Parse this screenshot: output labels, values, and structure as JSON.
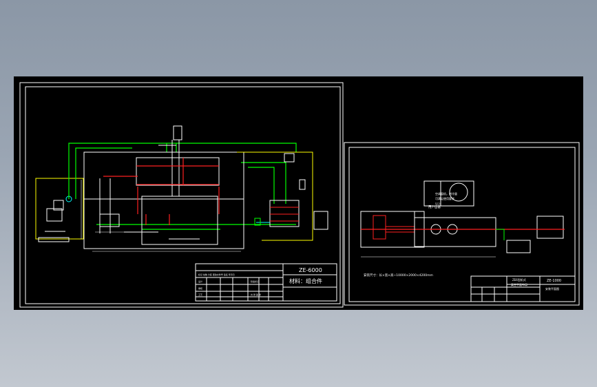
{
  "left_sheet": {
    "drawing_no": "ZE-6000",
    "material": "材料：组合件"
  },
  "right_sheet": {
    "drawing_no": "ZE-1000",
    "title_line1": "ZE6型机式",
    "title_line2": "真空平面布局",
    "sheet_name": "安装平面图",
    "note": "安装尺寸：长×宽×高~10000×2000×4200mm",
    "note_window": "空调窗机，供冷量\n可满足使用要求\n以上",
    "operator_label": "用户自备"
  },
  "colors": {
    "background": "#000000",
    "frame": "#ffffff",
    "pipe_green": "#00ff00",
    "pipe_red": "#ff2020",
    "pipe_yellow": "#ffff00",
    "pipe_cyan": "#00ffff"
  }
}
